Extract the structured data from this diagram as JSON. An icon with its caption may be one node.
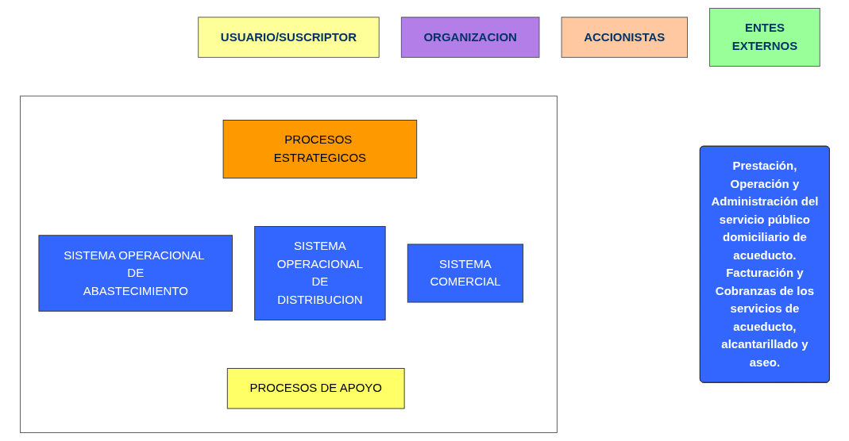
{
  "diagram": {
    "nodes": [
      {
        "text": [
          "USUARIO/SUSCRIPTOR"
        ]
      },
      {
        "text": [
          "ORGANIZACION"
        ]
      },
      {
        "text": [
          "ACCIONISTAS"
        ]
      },
      {
        "text": [
          "ENTES EXTERNOS"
        ]
      },
      {
        "text": [],
        "shape": "box"
      },
      {
        "text": [
          "PROCESOS ESTRATEGICOS"
        ],
        "in": 4
      },
      {
        "text": [
          "SISTEMA OPERACIONAL DE ABASTECIMIENTO"
        ],
        "in": 4
      },
      {
        "text": [
          "SISTEMA OPERACIONAL DE DISTRIBUCION"
        ],
        "in": 4
      },
      {
        "text": [
          "SISTEMA COMERCIAL"
        ],
        "in": 4
      },
      {
        "text": [
          "PROCESOS DE APOYO"
        ],
        "in": 4
      },
      {
        "text": [
          "Prestación, Operación y Administración del servicio público domiciliario de acueducto. Facturación y Cobranzas de los servicios de acueducto, alcantarillado y aseo."
        ]
      }
    ],
    "edges": []
  }
}
